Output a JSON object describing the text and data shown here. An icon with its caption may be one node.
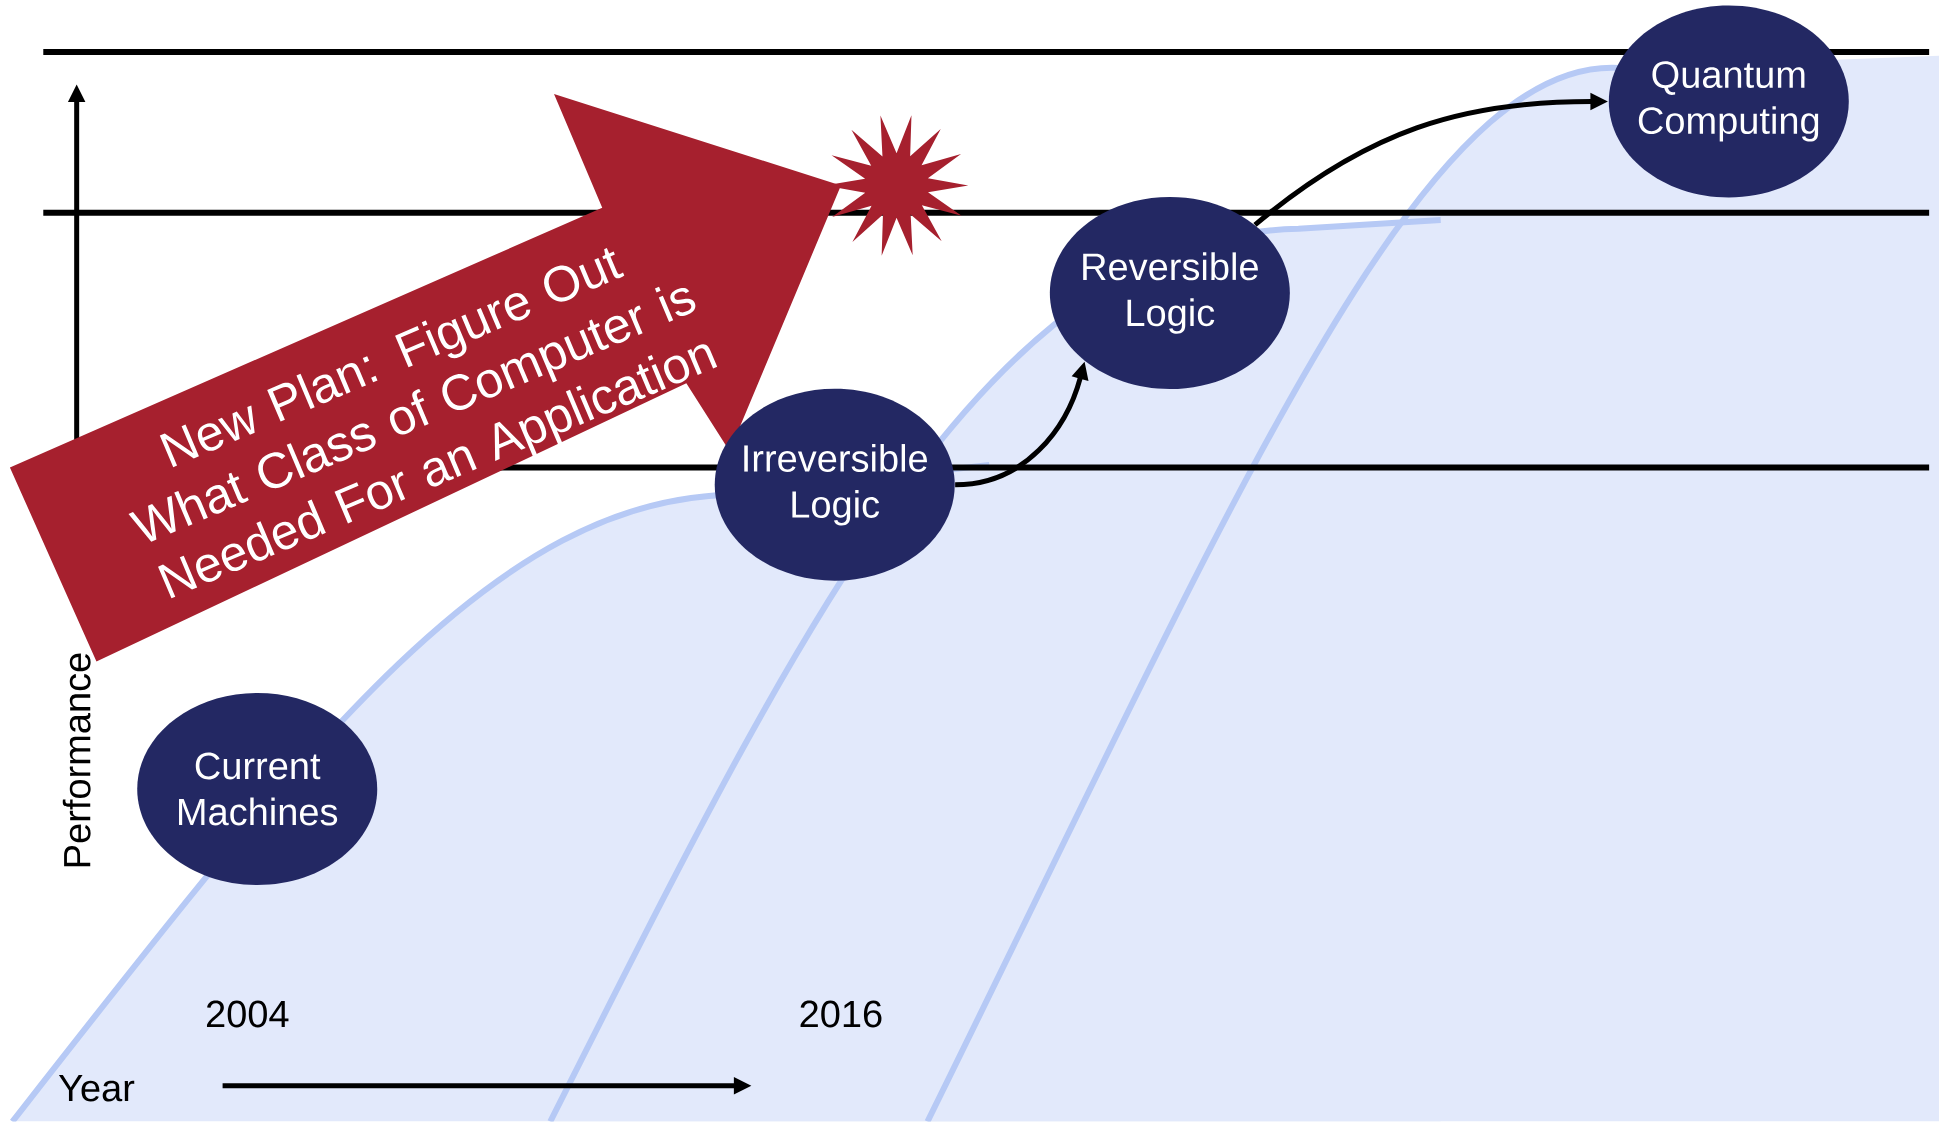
{
  "diagram": {
    "nodes": [
      {
        "text": [
          "New Plan: Figure Out What Class of Computer is Needed For an Application"
        ]
      },
      {
        "text": [
          "Current Machines"
        ]
      },
      {
        "text": [
          "Irreversible Logic"
        ]
      },
      {
        "text": [
          "Reversible Logic"
        ]
      },
      {
        "text": [
          "Quantum Computing"
        ]
      }
    ],
    "edges": [
      {
        "from": 2,
        "to": 3,
        "arrow": "to"
      },
      {
        "from": 3,
        "to": 4,
        "arrow": "to"
      }
    ],
    "labels": [
      "Performance",
      "2004",
      "2016",
      "Year"
    ]
  }
}
